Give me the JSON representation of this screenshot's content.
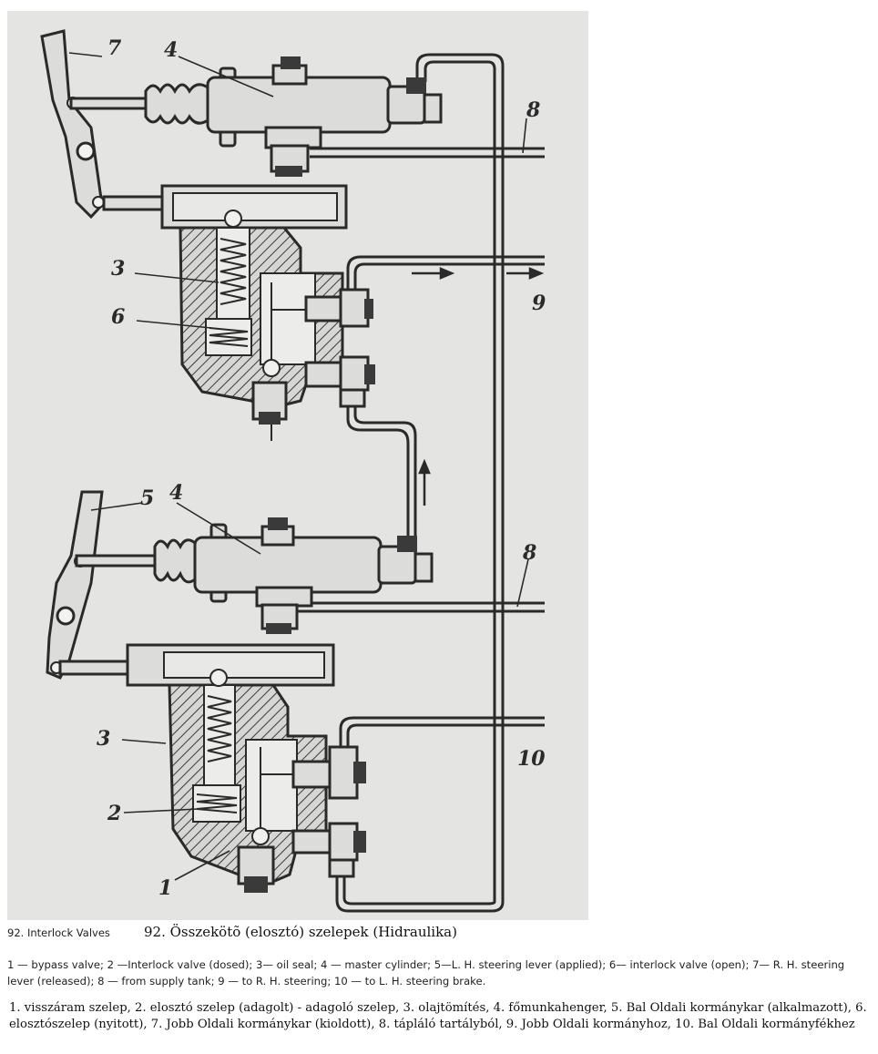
{
  "diagram": {
    "labels": {
      "l7": "7",
      "l4a": "4",
      "l8a": "8",
      "l3a": "3",
      "l6": "6",
      "l9": "9",
      "l5": "5",
      "l4b": "4",
      "l8b": "8",
      "l3b": "3",
      "l10": "10",
      "l2": "2",
      "l1": "1"
    }
  },
  "caption": {
    "english": "92. Interlock Valves",
    "hungarian": "92. Összekötõ  (elosztó) szelepek (Hidraulika)"
  },
  "legend": {
    "english": "1 — bypass valve; 2 —Interlock valve (dosed); 3— oil seal; 4 — master cylinder; 5—L. H. steering lever (applied); 6— interlock valve (open); 7— R. H. steering lever (released); 8 — from supply tank; 9 — to R. H. steering; 10 — to L. H. steering brake.",
    "hungarian": "1. visszáram szelep,  2. elosztó szelep (adagolt) - adagoló szelep,  3. olajtömítés,  4. főmunkahenger,  5. Bal Oldali kormánykar  (alkalmazott),  6. elosztószelep (nyitott),  7. Jobb Oldali kormánykar (kioldott),  8. tápláló tartályból,  9.  Jobb Oldali kormányhoz,  10. Bal Oldali kormányfékhez"
  }
}
